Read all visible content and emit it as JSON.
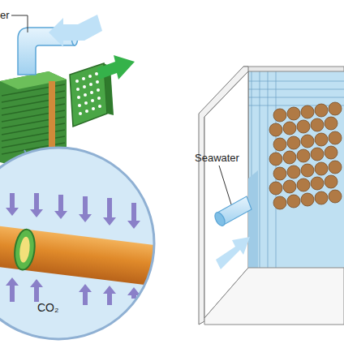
{
  "diagram": {
    "labels": [
      "er",
      "CO₂",
      "Seawater"
    ]
  }
}
